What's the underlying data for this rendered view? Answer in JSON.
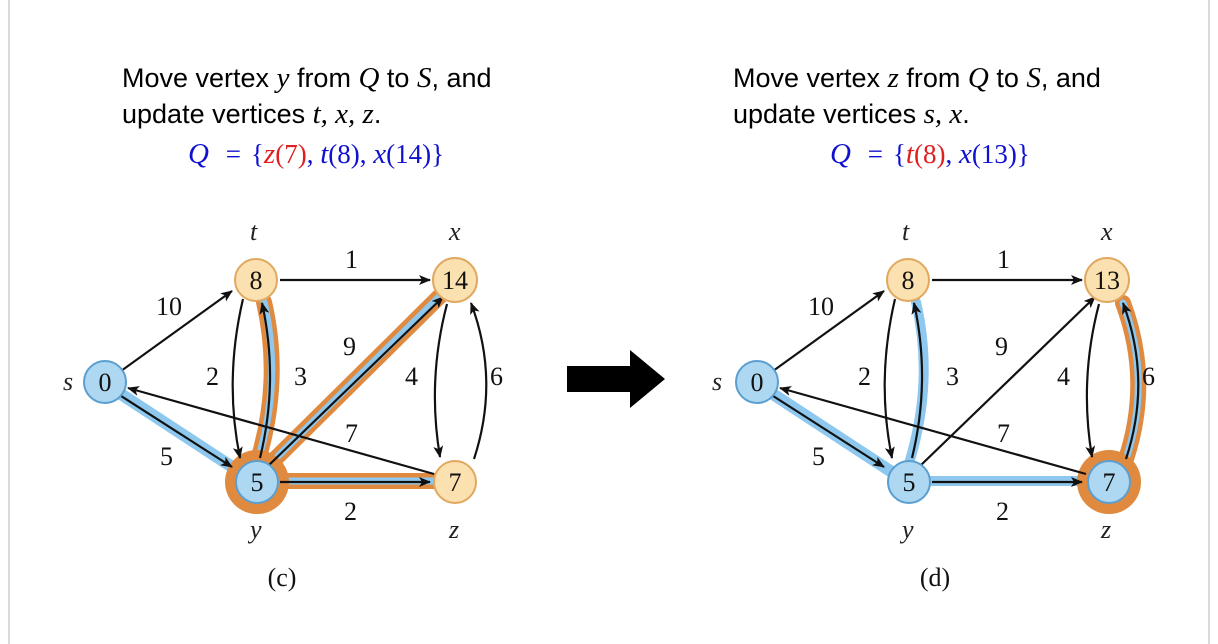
{
  "panels": [
    {
      "caption": {
        "line1_prefix": "Move vertex ",
        "line1_var": "y",
        "line1_mid": " from ",
        "line1_q": "Q",
        "line1_to": " to ",
        "line1_s": "S",
        "line1_suffix": ", and",
        "line2_prefix": "update vertices ",
        "line2_vars": "t, x, z",
        "line2_suffix": "."
      },
      "queue": {
        "label": "Q",
        "eq": "=",
        "open": "{",
        "items": [
          {
            "name": "z",
            "value": "(7)",
            "color": "#e02020"
          },
          {
            "name": "t",
            "value": "(8)",
            "color": "#1010d0"
          },
          {
            "name": "x",
            "value": "(14)",
            "color": "#1010d0"
          }
        ],
        "close": "}"
      },
      "vertices": {
        "s": {
          "name": "s",
          "value": "0"
        },
        "t": {
          "name": "t",
          "value": "8"
        },
        "x": {
          "name": "x",
          "value": "14"
        },
        "y": {
          "name": "y",
          "value": "5"
        },
        "z": {
          "name": "z",
          "value": "7"
        }
      },
      "weights": {
        "st": "10",
        "sy": "5",
        "tx": "1",
        "ty": "2",
        "yt": "3",
        "yx": "9",
        "xz": "4",
        "zx": "6",
        "zs": "7",
        "yz": "2"
      },
      "subcaption": "(c)"
    },
    {
      "caption": {
        "line1_prefix": "Move vertex ",
        "line1_var": "z",
        "line1_mid": " from ",
        "line1_q": "Q",
        "line1_to": " to ",
        "line1_s": "S",
        "line1_suffix": ", and",
        "line2_prefix": "update vertices ",
        "line2_vars": "s, x",
        "line2_suffix": "."
      },
      "queue": {
        "label": "Q",
        "eq": "=",
        "open": "{",
        "items": [
          {
            "name": "t",
            "value": "(8)",
            "color": "#e02020"
          },
          {
            "name": "x",
            "value": "(13)",
            "color": "#1010d0"
          }
        ],
        "close": "}"
      },
      "vertices": {
        "s": {
          "name": "s",
          "value": "0"
        },
        "t": {
          "name": "t",
          "value": "8"
        },
        "x": {
          "name": "x",
          "value": "13"
        },
        "y": {
          "name": "y",
          "value": "5"
        },
        "z": {
          "name": "z",
          "value": "7"
        }
      },
      "weights": {
        "st": "10",
        "sy": "5",
        "tx": "1",
        "ty": "2",
        "yt": "3",
        "yx": "9",
        "xz": "4",
        "zx": "6",
        "zs": "7",
        "yz": "2"
      },
      "subcaption": "(d)"
    }
  ],
  "colors": {
    "visited": "#aed8f2",
    "visited_stroke": "#5a9fd0",
    "unvisited": "#fbe0b0",
    "unvisited_stroke": "#e0a860",
    "highlight_orange": "#e08a40",
    "highlight_blue": "#8ec8ee"
  }
}
